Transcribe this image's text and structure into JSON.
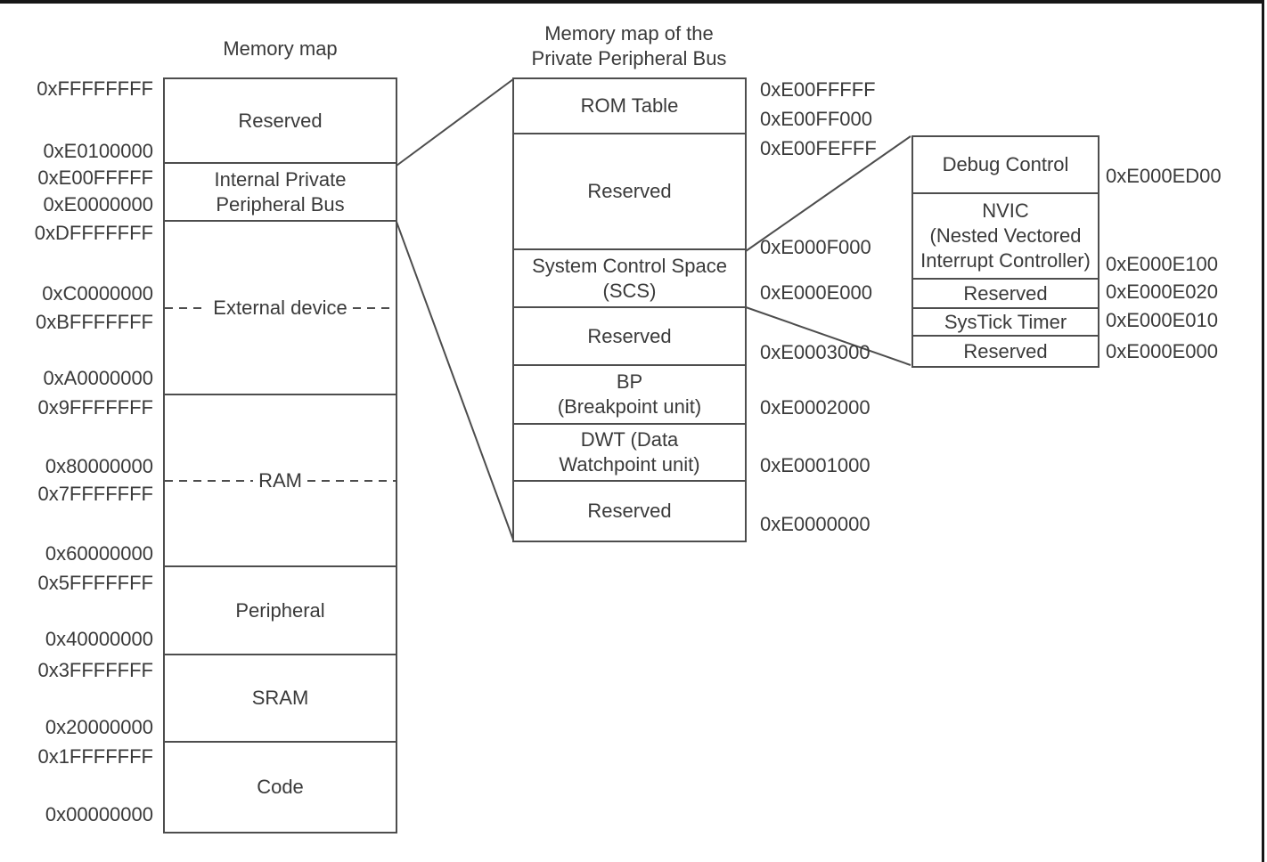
{
  "left_map": {
    "title": "Memory map",
    "regions": [
      "Reserved",
      "Internal Private\nPeripheral Bus",
      "External device",
      "RAM",
      "Peripheral",
      "SRAM",
      "Code"
    ],
    "addresses": [
      "0xFFFFFFFF",
      "0xE0100000",
      "0xE00FFFFF",
      "0xE0000000",
      "0xDFFFFFFF",
      "0xC0000000",
      "0xBFFFFFFF",
      "0xA0000000",
      "0x9FFFFFFF",
      "0x80000000",
      "0x7FFFFFFF",
      "0x60000000",
      "0x5FFFFFFF",
      "0x40000000",
      "0x3FFFFFFF",
      "0x20000000",
      "0x1FFFFFFF",
      "0x00000000"
    ]
  },
  "ppb_map": {
    "title": "Memory map of the\nPrivate Peripheral Bus",
    "regions": [
      "ROM Table",
      "Reserved",
      "System Control Space\n(SCS)",
      "Reserved",
      "BP\n(Breakpoint unit)",
      "DWT (Data\nWatchpoint unit)",
      "Reserved"
    ],
    "addresses": [
      "0xE00FFFFF",
      "0xE00FF000",
      "0xE00FEFFF",
      "0xE000F000",
      "0xE000E000",
      "0xE0003000",
      "0xE0002000",
      "0xE0001000",
      "0xE0000000"
    ]
  },
  "scs_map": {
    "regions": [
      "Debug Control",
      "NVIC\n(Nested Vectored\nInterrupt Controller)",
      "Reserved",
      "SysTick Timer",
      "Reserved"
    ],
    "addresses": [
      "0xE000ED00",
      "0xE000E100",
      "0xE000E020",
      "0xE000E010",
      "0xE000E000"
    ]
  },
  "colors": {
    "line": "#4d4d4d",
    "text": "#3a3a3a",
    "frame": "#161616"
  }
}
